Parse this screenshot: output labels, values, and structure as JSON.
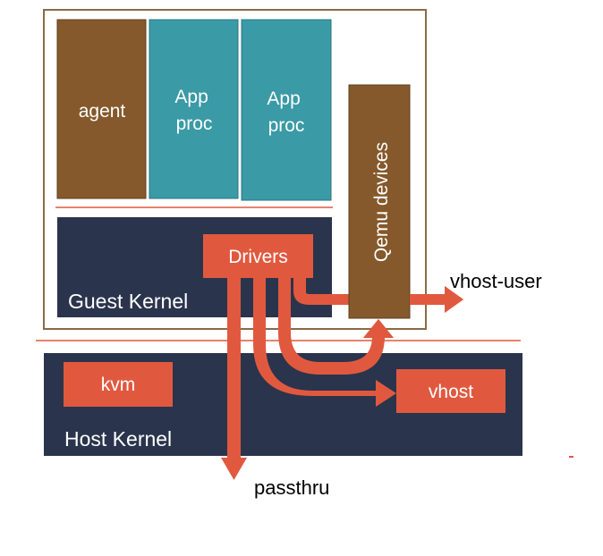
{
  "boxes": {
    "agent": "agent",
    "app_proc_1": [
      "App",
      "proc"
    ],
    "app_proc_2": [
      "App",
      "proc"
    ],
    "qemu_devices": "Qemu devices",
    "drivers": "Drivers",
    "guest_kernel": "Guest Kernel",
    "kvm": "kvm",
    "vhost": "vhost",
    "host_kernel": "Host Kernel"
  },
  "arrows": {
    "vhost_user": "vhost-user",
    "passthru": "passthru"
  },
  "colors": {
    "brown": "#85592b",
    "teal": "#3a9aa6",
    "navy": "#2a344d",
    "orange": "#e0593f",
    "vm_border": "#8c6a45"
  }
}
